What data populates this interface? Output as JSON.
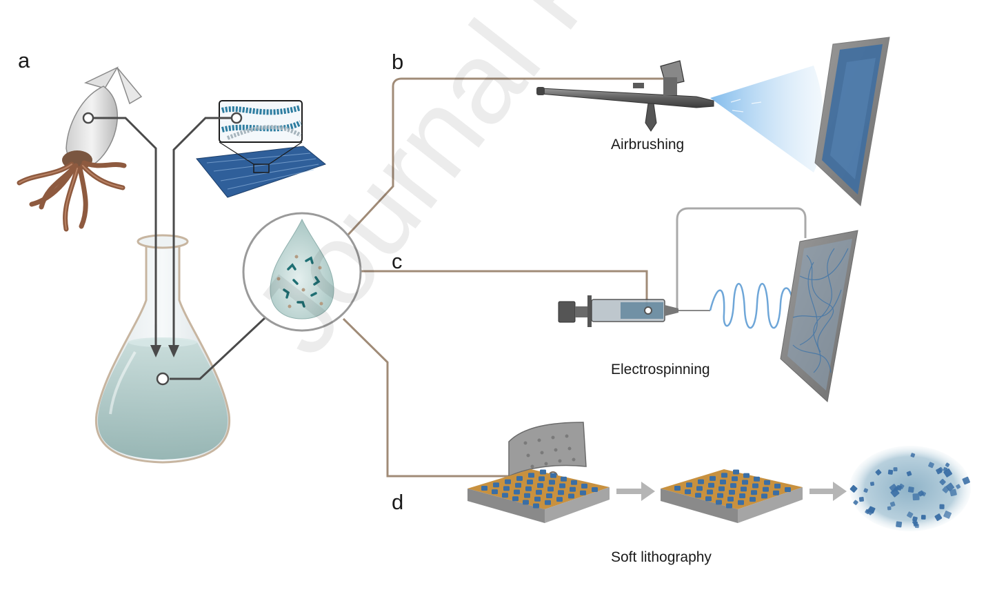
{
  "panel_labels": {
    "a": "a",
    "b": "b",
    "c": "c",
    "d": "d"
  },
  "captions": {
    "airbrushing": "Airbrushing",
    "electrospinning": "Electrospinning",
    "soft_lithography": "Soft lithography"
  },
  "watermark": "Journal Pre-proof",
  "colors": {
    "connector_brown": "#a08b77",
    "connector_grey": "#4a4a4a",
    "coil_blue": "#6ea6d8",
    "particle_blue": "#3a6ea5",
    "substrate_gold": "#c8913f",
    "liquid_teal": "#b9d3d1"
  }
}
